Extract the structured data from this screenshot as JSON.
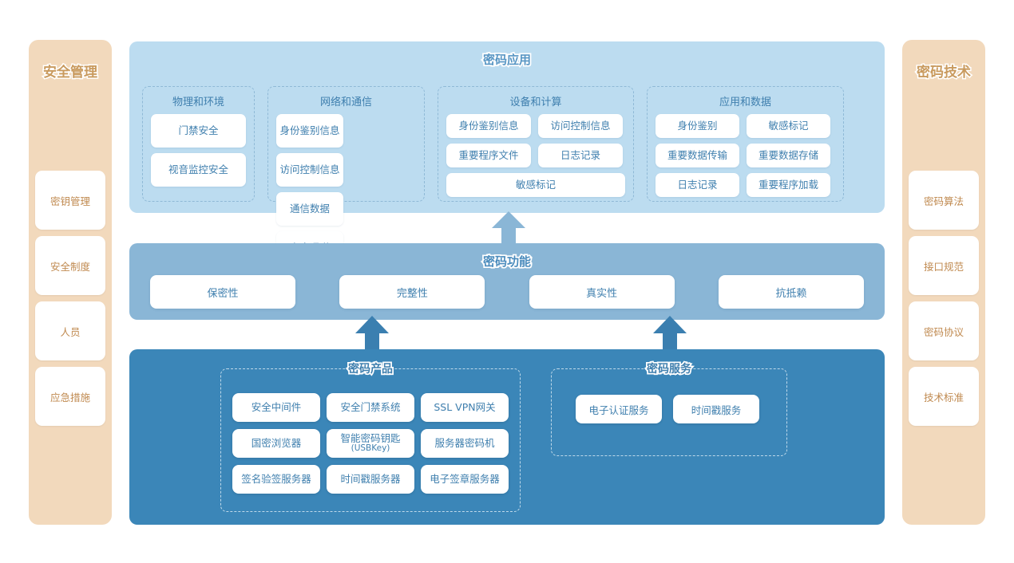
{
  "sidebars": {
    "left": {
      "title": "安全管理",
      "items": [
        {
          "label": "密钥管理"
        },
        {
          "label": "安全制度"
        },
        {
          "label": "人员"
        },
        {
          "label": "应急措施"
        }
      ]
    },
    "right": {
      "title": "密码技术",
      "items": [
        {
          "label": "密码算法"
        },
        {
          "label": "接口规范"
        },
        {
          "label": "密码协议"
        },
        {
          "label": "技术标准"
        }
      ]
    }
  },
  "panels": {
    "application": {
      "title": "密码应用",
      "groups": [
        {
          "id": "physical",
          "title": "物理和环境",
          "cells": [
            "门禁安全",
            "视音监控安全"
          ]
        },
        {
          "id": "network",
          "title": "网络和通信",
          "cells": [
            "身份鉴别信息",
            "访问控制信息",
            "通信数据",
            "安全通道"
          ]
        },
        {
          "id": "device",
          "title": "设备和计算",
          "cells": [
            "身份鉴别信息",
            "访问控制信息",
            "重要程序文件",
            "日志记录",
            "敏感标记"
          ]
        },
        {
          "id": "appdata",
          "title": "应用和数据",
          "cells": [
            "身份鉴别",
            "敏感标记",
            "重要数据传输",
            "重要数据存储",
            "日志记录",
            "重要程序加载"
          ]
        }
      ]
    },
    "function": {
      "title": "密码功能",
      "cells": [
        "保密性",
        "完整性",
        "真实性",
        "抗抵赖"
      ]
    },
    "products": {
      "product_group": {
        "title": "密码产品",
        "cells": [
          {
            "label": "安全中间件",
            "sub": ""
          },
          {
            "label": "安全门禁系统",
            "sub": ""
          },
          {
            "label": "SSL VPN网关",
            "sub": ""
          },
          {
            "label": "国密浏览器",
            "sub": ""
          },
          {
            "label": "智能密码钥匙",
            "sub": "(USBKey)"
          },
          {
            "label": "服务器密码机",
            "sub": ""
          },
          {
            "label": "签名验签服务器",
            "sub": ""
          },
          {
            "label": "时间戳服务器",
            "sub": ""
          },
          {
            "label": "电子签章服务器",
            "sub": ""
          }
        ]
      },
      "service_group": {
        "title": "密码服务",
        "cells": [
          "电子认证服务",
          "时间戳服务"
        ]
      }
    }
  },
  "colors": {
    "sidebar_bg": "#f2d9bc",
    "sidebar_text": "#c08a50",
    "panel_application": "#bcdcf0",
    "panel_function": "#8ab6d6",
    "panel_products": "#3b86b8",
    "cell_text": "#3f7fae",
    "arrow_light": "#8ab6d6",
    "arrow_dark": "#3b7fb0"
  }
}
